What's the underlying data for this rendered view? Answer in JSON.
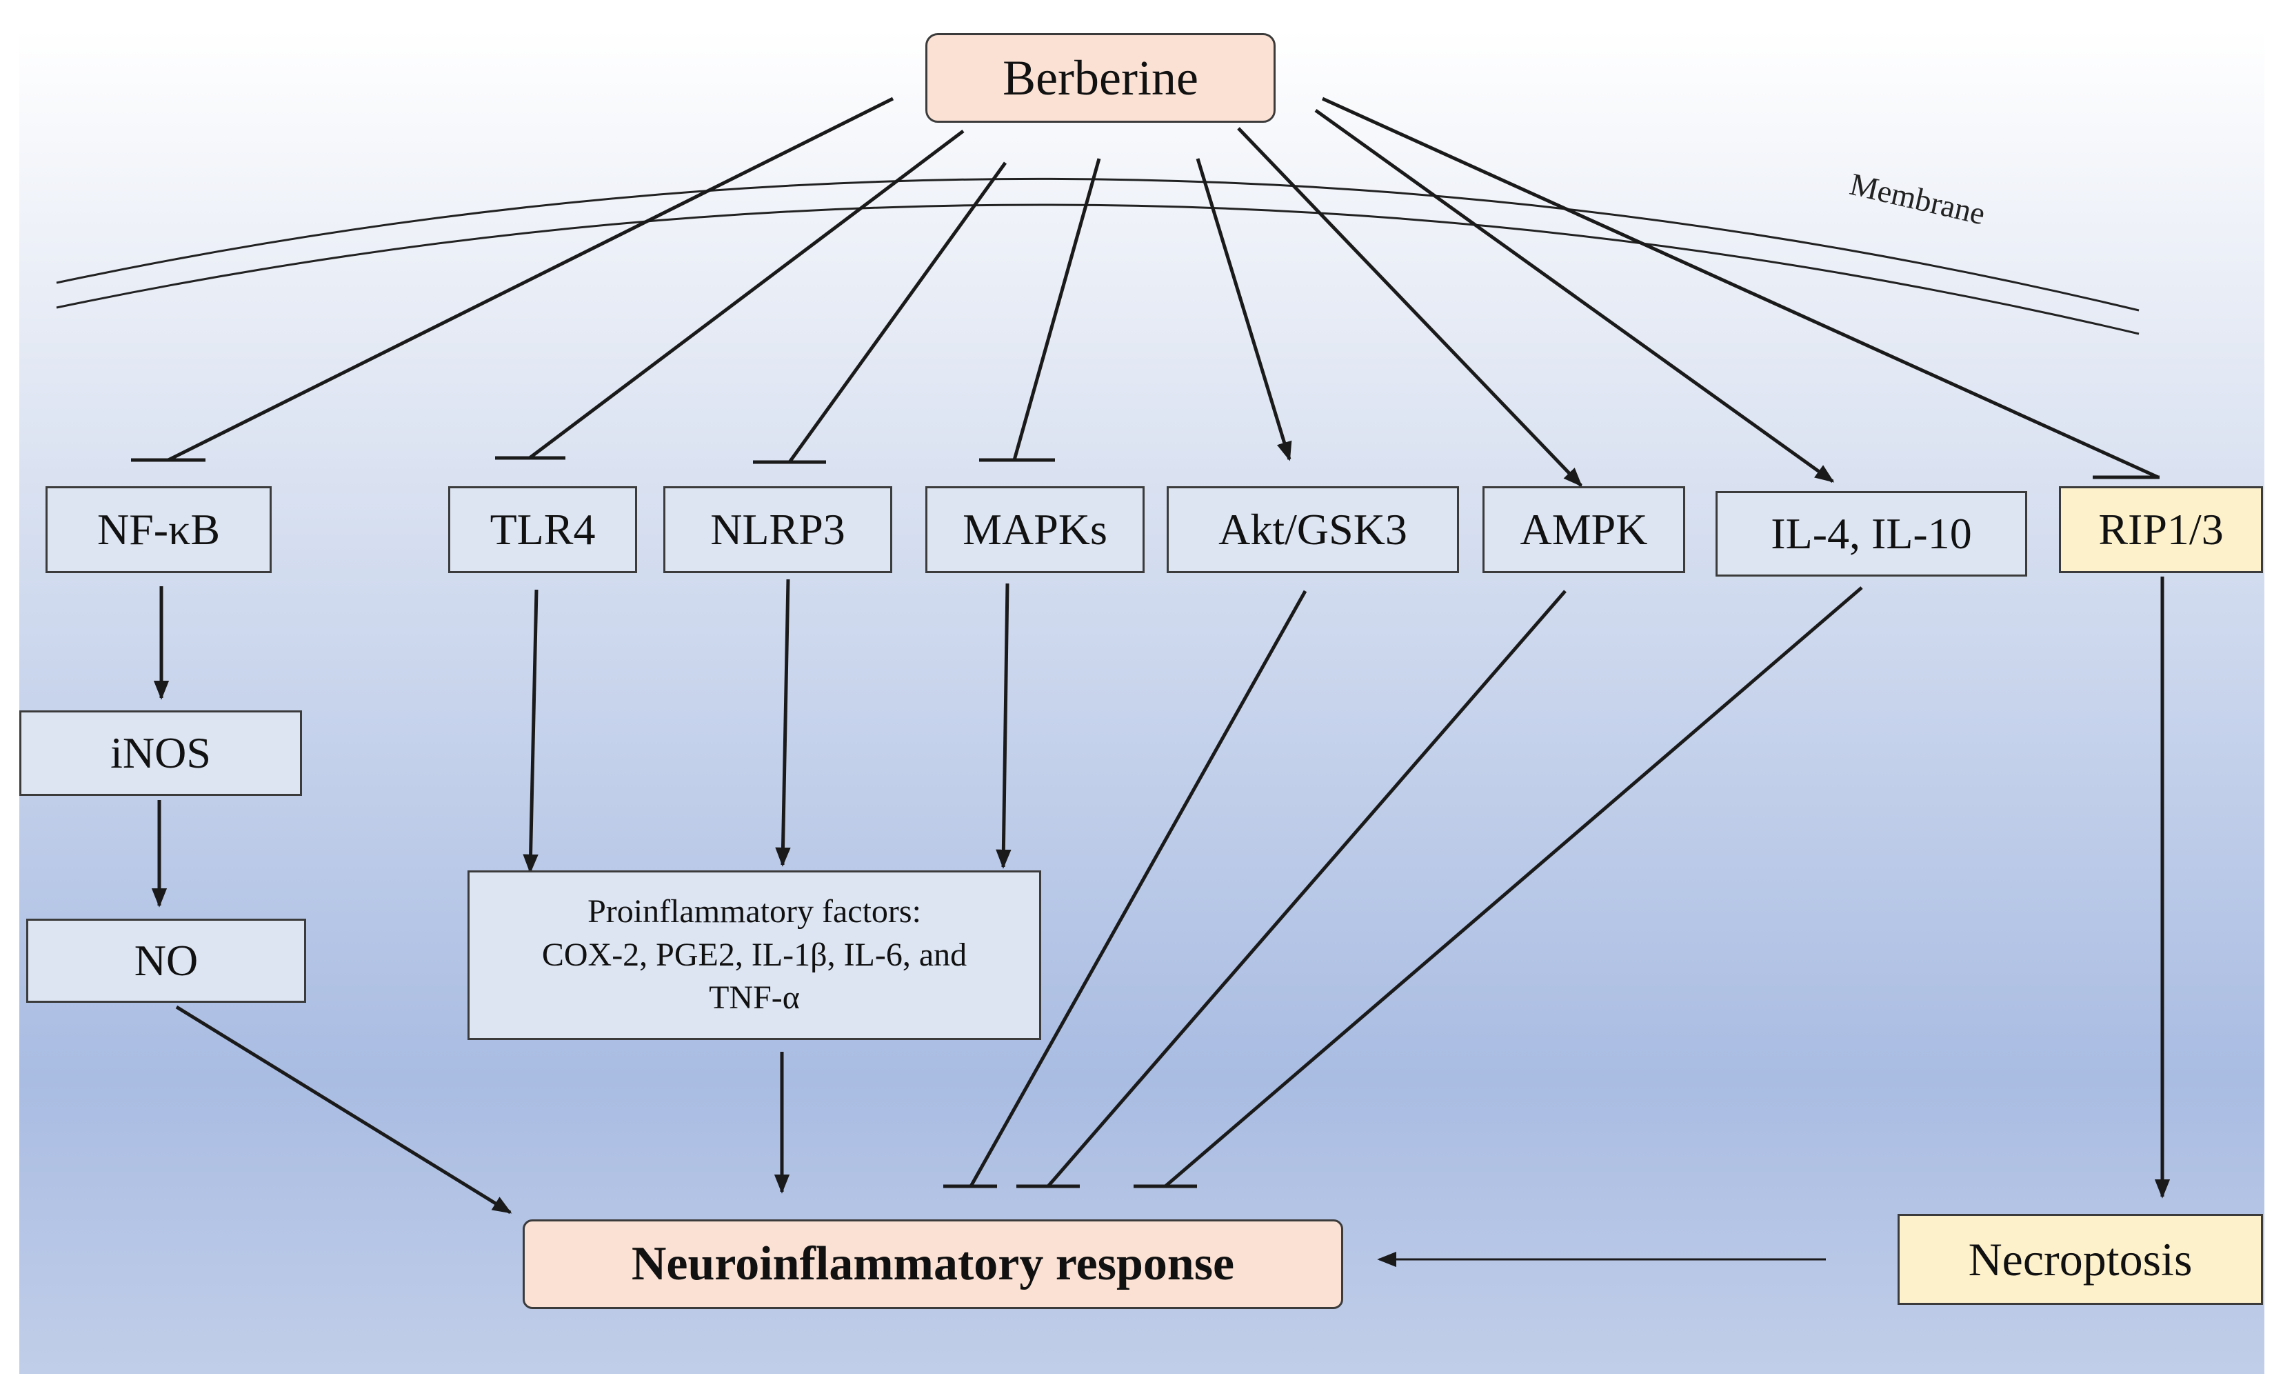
{
  "diagram": {
    "source": "Berberine",
    "membrane_label": "Membrane",
    "targets": [
      {
        "id": "nfkb",
        "label": "NF-κB",
        "effect": "inhibits"
      },
      {
        "id": "tlr4",
        "label": "TLR4",
        "effect": "inhibits"
      },
      {
        "id": "nlrp3",
        "label": "NLRP3",
        "effect": "inhibits"
      },
      {
        "id": "mapks",
        "label": "MAPKs",
        "effect": "inhibits"
      },
      {
        "id": "akt",
        "label": "Akt/GSK3",
        "effect": "activates"
      },
      {
        "id": "ampk",
        "label": "AMPK",
        "effect": "activates"
      },
      {
        "id": "il",
        "label": "IL-4, IL-10",
        "effect": "activates"
      },
      {
        "id": "rip",
        "label": "RIP1/3",
        "effect": "inhibits"
      }
    ],
    "inos": "iNOS",
    "no": "NO",
    "factors": {
      "line1": "Proinflammatory factors:",
      "line2": "COX-2, PGE2, IL-1β, IL-6, and",
      "line3": "TNF-α"
    },
    "response": "Neuroinflammatory response",
    "necroptosis": "Necroptosis",
    "colors": {
      "peach": "#fbe1d4",
      "yellow": "#fdf1cc",
      "box_blue": "#dde5f3",
      "stroke": "#1a1a1a"
    }
  }
}
